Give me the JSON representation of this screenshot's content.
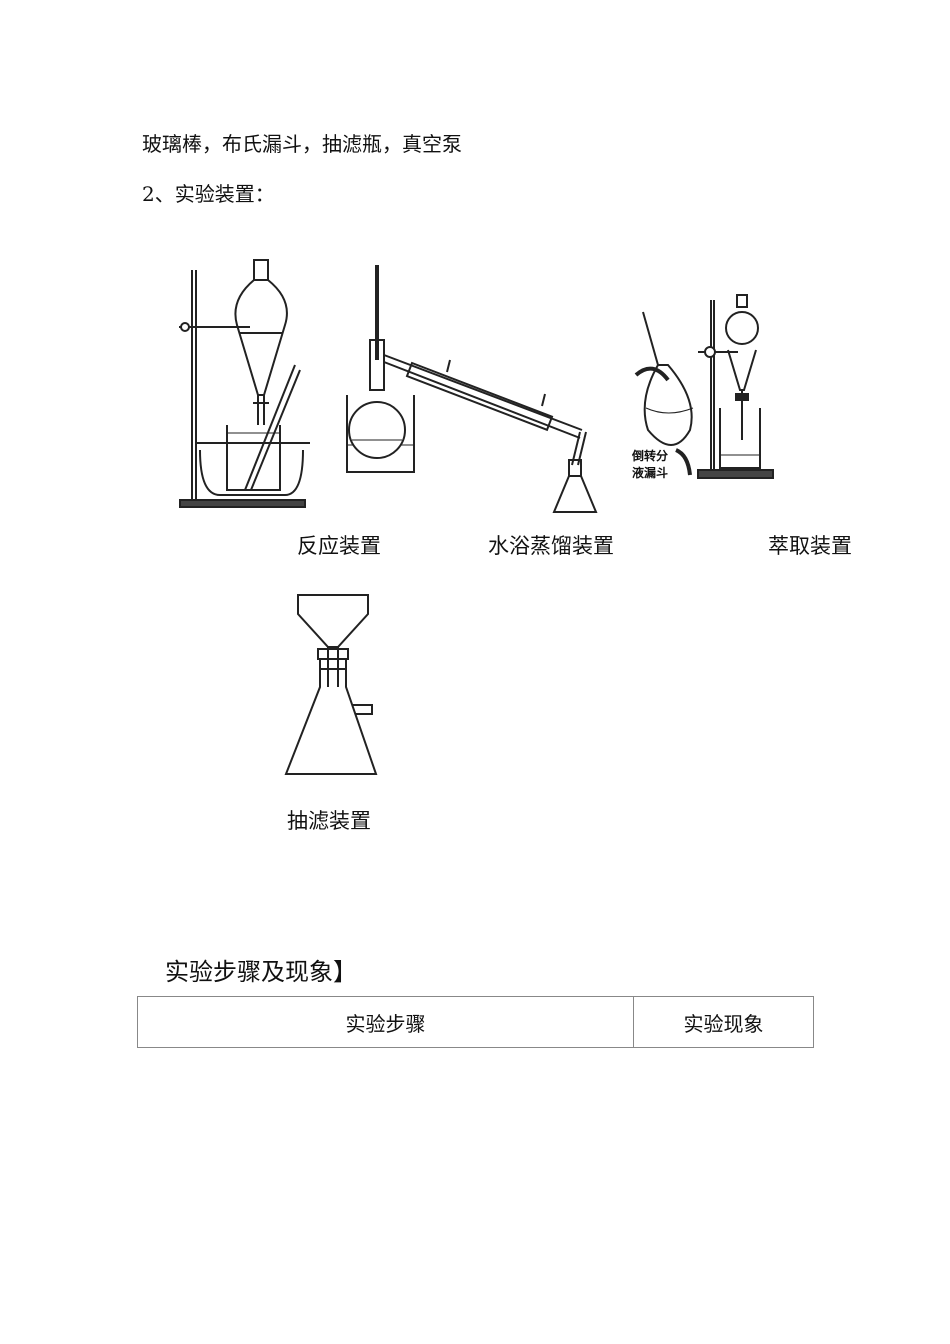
{
  "materials_line": "玻璃棒，布氏漏斗，抽滤瓶，真空泵",
  "section": {
    "apparatus_title": "2、实验装置："
  },
  "figures": {
    "reaction": {
      "caption": "反应装置"
    },
    "distillation": {
      "caption": "水浴蒸馏装置"
    },
    "extraction": {
      "caption": "萃取装置",
      "inset_label_line1": "倒转分",
      "inset_label_line2": "液漏斗"
    },
    "filtration": {
      "caption": "抽滤装置"
    }
  },
  "steps_section": {
    "heading": "实验步骤及现象】",
    "table": {
      "headers": [
        "实验步骤",
        "实验现象"
      ]
    }
  }
}
